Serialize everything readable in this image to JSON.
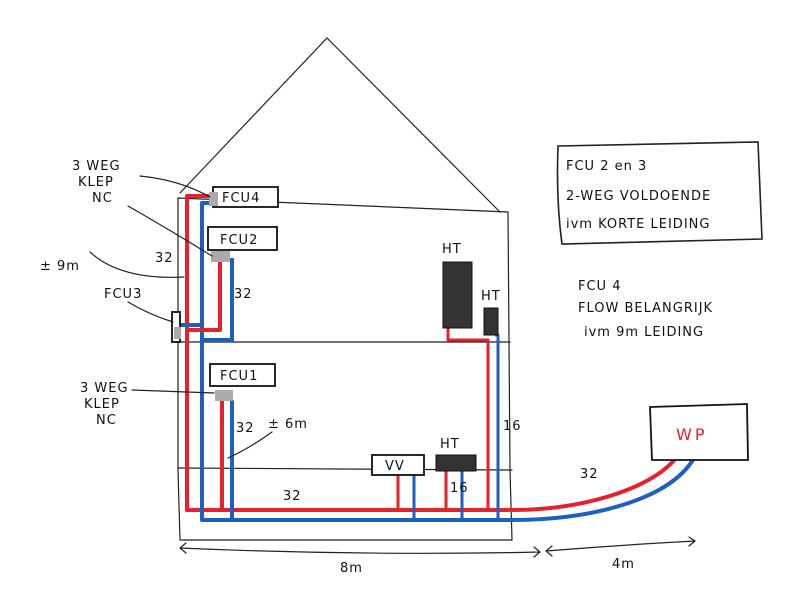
{
  "colors": {
    "supply": "#e8202a",
    "return": "#1f5fbf",
    "valve": "#aaaaaa",
    "heater": "#333333"
  },
  "labels": {
    "fcu4": "FCU4",
    "fcu2": "FCU2",
    "fcu3": "FCU3",
    "fcu1": "FCU1",
    "valve_top": [
      "3 WEG",
      "KLEP",
      "NC"
    ],
    "valve_bottom": [
      "3 WEG",
      "KLEP",
      "NC"
    ],
    "length_9m": "± 9m",
    "length_6m": "± 6m",
    "pipe_32_a": "32",
    "pipe_32_b": "32",
    "pipe_32_c": "32",
    "pipe_32_d": "32",
    "pipe_32_e": "32",
    "pipe_16_a": "16",
    "pipe_16_b": "16",
    "ht_top_large": "HT",
    "ht_top_small": "HT",
    "ht_bottom": "HT",
    "vv": "VV",
    "wp": "WP",
    "dim_house": "8m",
    "dim_outside": "4m"
  },
  "notes": {
    "box_lines": [
      "FCU 2 en 3",
      "2-WEG VOLDOENDE",
      "ivm KORTE LEIDING"
    ],
    "free_lines": [
      "FCU 4",
      "FLOW BELANGRIJK",
      "ivm 9m LEIDING"
    ]
  }
}
